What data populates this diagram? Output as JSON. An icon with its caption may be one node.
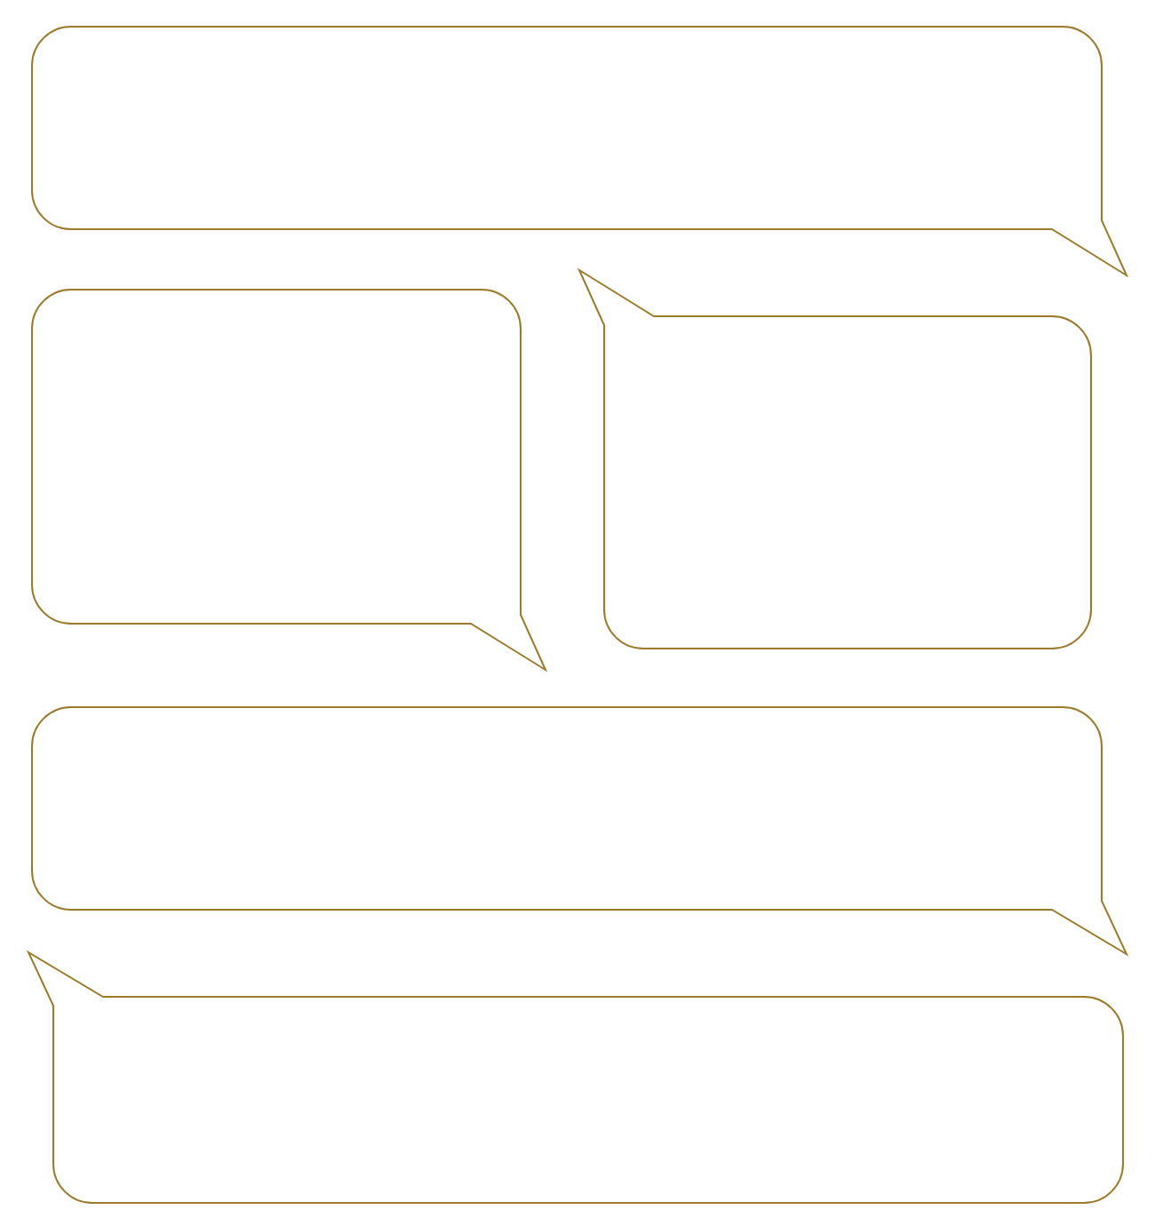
{
  "diagram": {
    "nodes": [
      {
        "text": [],
        "shape": "bubble"
      },
      {
        "text": [],
        "shape": "bubble"
      },
      {
        "text": [],
        "shape": "bubble"
      },
      {
        "text": [],
        "shape": "bubble"
      },
      {
        "text": [],
        "shape": "bubble"
      }
    ]
  }
}
